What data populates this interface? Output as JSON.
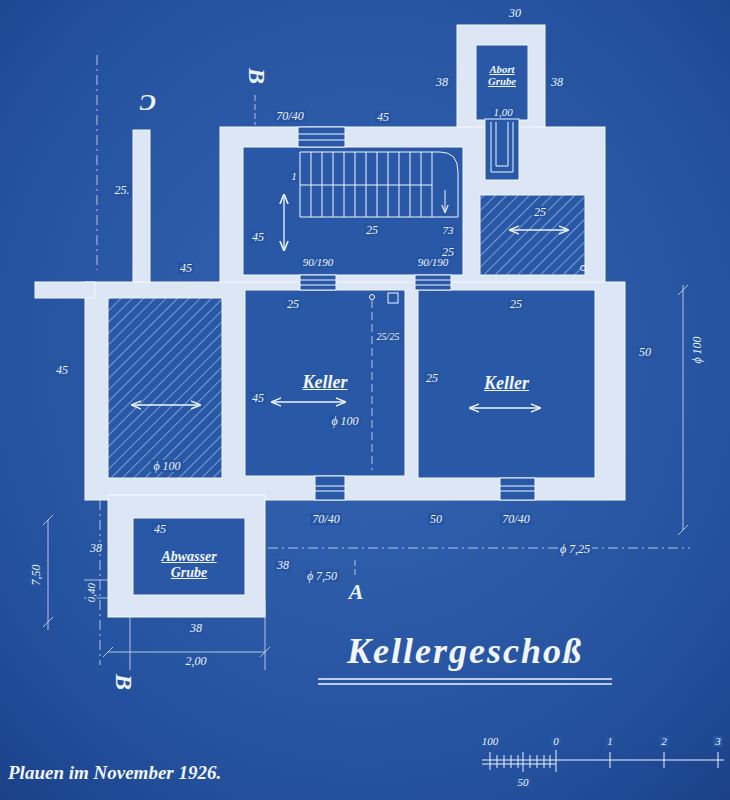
{
  "diagram": {
    "title": "Kellergeschoß",
    "caption": "Plauen im November 1926.",
    "nodes": [
      {
        "text": [
          "Abort Grube"
        ]
      },
      {
        "text": [
          "Keller"
        ]
      },
      {
        "text": [
          "Keller"
        ]
      },
      {
        "text": [
          "Abwasser Grube"
        ]
      }
    ],
    "labels": [
      "B",
      "C",
      "30",
      "38",
      "38",
      "1,00",
      "70/40",
      "45",
      "1",
      "25.",
      "25",
      "73",
      "45",
      "25",
      "25",
      "45",
      "90/190",
      "90/190",
      "25",
      "25",
      "25/25",
      "50",
      "ϕ 100",
      "45",
      "25",
      "45",
      "ϕ 100",
      "ϕ 100",
      "45",
      "70/40",
      "50",
      "70/40",
      "7,50",
      "38",
      "38",
      "ϕ 7,50",
      "ϕ 7,25",
      "0,40",
      "A",
      "38",
      "2,00",
      "B",
      "100",
      "0",
      "1",
      "2",
      "3",
      "50"
    ]
  }
}
